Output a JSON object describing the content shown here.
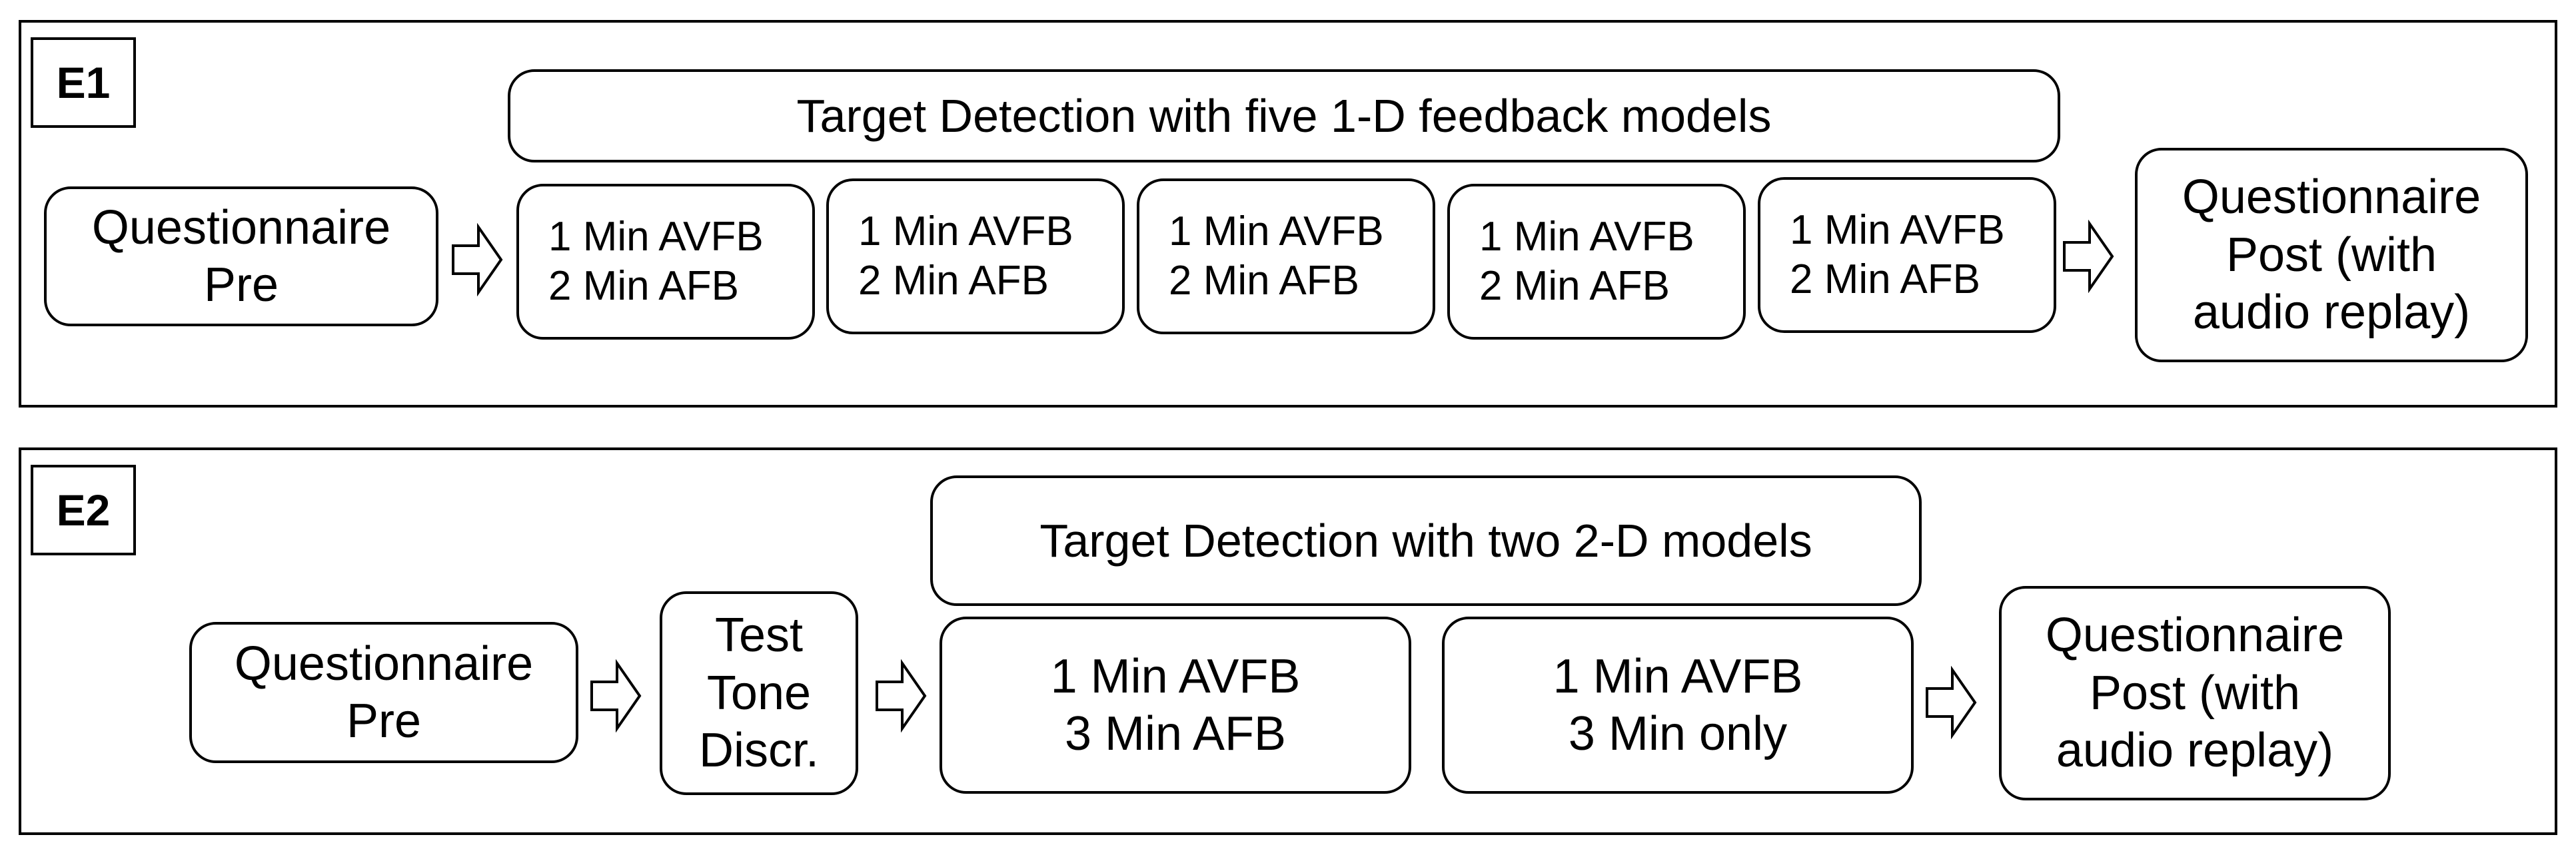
{
  "e1": {
    "label": "E1",
    "header": "Target Detection with five 1-D feedback models",
    "pre": [
      "Questionnaire",
      "Pre"
    ],
    "blocks": [
      [
        "1 Min AVFB",
        "2 Min AFB"
      ],
      [
        "1 Min AVFB",
        "2 Min AFB"
      ],
      [
        "1 Min AVFB",
        "2 Min AFB"
      ],
      [
        "1 Min AVFB",
        "2 Min AFB"
      ],
      [
        "1 Min AVFB",
        "2 Min AFB"
      ]
    ],
    "post": [
      "Questionnaire",
      "Post (with",
      "audio replay)"
    ]
  },
  "e2": {
    "label": "E2",
    "header": "Target Detection with two 2-D models",
    "pre": [
      "Questionnaire",
      "Pre"
    ],
    "test": [
      "Test",
      "Tone",
      "Discr."
    ],
    "blocks": [
      [
        "1 Min AVFB",
        "3 Min AFB"
      ],
      [
        "1 Min AVFB",
        "3 Min only"
      ]
    ],
    "post": [
      "Questionnaire",
      "Post (with",
      "audio replay)"
    ]
  }
}
